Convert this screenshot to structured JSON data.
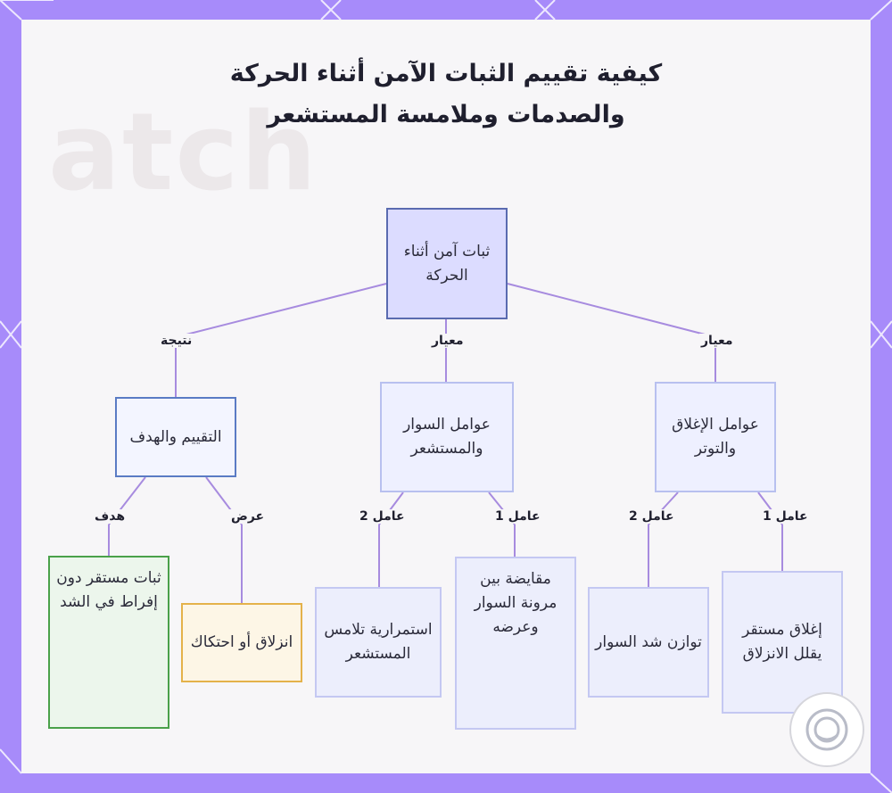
{
  "title": "كيفية تقييم الثبات الآمن أثناء الحركة والصدمات وملامسة المستشعر",
  "watermark": "atch",
  "nodes": {
    "root": "ثبات آمن أثناء الحركة",
    "eval": "التقييم والهدف",
    "strap": "عوامل السوار والمستشعر",
    "lock": "عوامل الإغلاق والتوتر",
    "stable": "ثبات مستقر دون إفراط في الشد",
    "slip": "انزلاق أو احتكاك",
    "continuity": "استمرارية تلامس المستشعر",
    "tradeoff": "مقايضة بين مرونة السوار وعرضه",
    "balance": "توازن شد السوار",
    "lockstable": "إغلاق مستقر يقلل الانزلاق"
  },
  "edges": {
    "result": "نتيجة",
    "criterion_mid": "معيار",
    "criterion_right": "معيار",
    "goal": "هدف",
    "symptom": "عرض",
    "factor2_mid": "عامل 2",
    "factor1_mid": "عامل 1",
    "factor2_right": "عامل 2",
    "factor1_right": "عامل 1"
  },
  "colors": {
    "frame": "#a78bfa",
    "line": "#a78bdf",
    "root_fill": "#dcdcff",
    "goal_border": "#4aa14a",
    "symptom_border": "#e4b24a"
  }
}
